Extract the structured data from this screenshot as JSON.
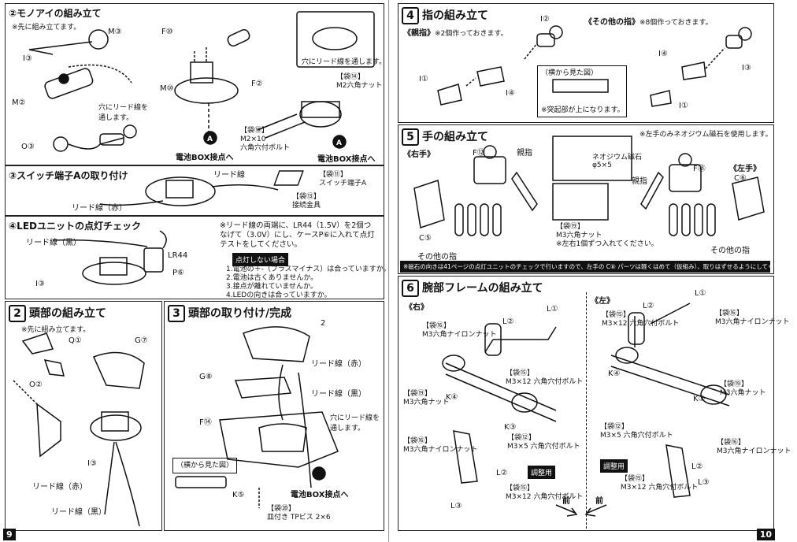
{
  "left": {
    "page_number": "9",
    "s2": {
      "title": "モノアイの組み立て",
      "step": "②",
      "pre_note": "※先に組み立てます。",
      "parts": [
        "M③",
        "F⑩",
        "M②",
        "M⑩",
        "F②",
        "O③",
        "I③"
      ],
      "hole_note1": "穴にリード線を通します。",
      "hole_note2": "穴にリード線を通します。",
      "bag14": "【袋⑭】",
      "bag14_item": "M2六角ナット",
      "bag15": "【袋⑮】",
      "bag15_item1": "M2×10",
      "bag15_item2": "六角穴付ボルト",
      "battery1": "電池BOX接点へ",
      "battery2": "電池BOX接点へ"
    },
    "s3": {
      "title": "スイッチ端子Aの取り付け",
      "step": "③",
      "lead1": "リード線",
      "lead2": "リード線（赤）",
      "bag11": "【袋⑪】",
      "bag11_item": "スイッチ端子A",
      "bag13": "【袋⑬】",
      "bag13_item": "接続金具"
    },
    "s4": {
      "title": "LEDユニットの点灯チェック",
      "step": "④",
      "lead_black": "リード線（黒）",
      "lr44": "LR44",
      "part": "P⑥",
      "i3": "I③",
      "desc": "※リード線の両端に、LR44（1.5V）を2個つなげて（3.0V）にし、ケースP⑥に入れて点灯テストをしてください。",
      "fail_title": "点灯しない場合",
      "checks": [
        "1.電池の＋-（プラスマイナス）は合っていますか。",
        "2.電池は古くありませんか。",
        "3.接点が離れていませんか。",
        "4.LEDの向きは合っていますか。"
      ]
    },
    "p2": {
      "num": "2",
      "title": "頭部の組み立て",
      "pre_note": "※先に組み立てます。",
      "parts": [
        "Q①",
        "G⑦",
        "O②",
        "I③"
      ],
      "lead_red": "リード線（赤）",
      "lead_black": "リード線（黒）"
    },
    "p3": {
      "num": "3",
      "title": "頭部の取り付け/完成",
      "parts": [
        "2",
        "G⑧",
        "F⑭",
        "K⑤"
      ],
      "lead_red": "リード線（赤）",
      "lead_black": "リード線（黒）",
      "hole_note": "穴にリード線を通します。",
      "side_view": "（横から見た図）",
      "battery": "電池BOX接点へ",
      "bag": "【袋⑳】",
      "bag_item": "皿付き TPビス 2×6"
    }
  },
  "right": {
    "page_number": "10",
    "p4": {
      "num": "4",
      "title": "指の組み立て",
      "thumb": "《親指》",
      "thumb_note": "※2個作っておきます。",
      "other": "《その他の指》",
      "other_note": "※8個作っておきます。",
      "parts": [
        "I②",
        "I①",
        "I④",
        "I④",
        "I③",
        "I①"
      ],
      "side_view": "（横から見た図）",
      "bump_note": "※突起部が上になります。"
    },
    "p5": {
      "num": "5",
      "title": "手の組み立て",
      "right": "《右手》",
      "left": "《左手》",
      "magnet_note": "※左手のみネオジウム磁石を使用します。",
      "magnet": "ネオジウム磁石",
      "magnet_size": "φ5×5",
      "thumb": "親指",
      "other": "その他の指",
      "parts": [
        "F⑫",
        "C⑤",
        "F⑬",
        "C⑥"
      ],
      "bag": "【袋⑲】",
      "bag_item": "M3六角ナット",
      "bag_note": "※左右1個ずつ入れてください。",
      "bottom_note": "※磁石の向きは41ページの点灯ユニットのチェックで行いますので、左手の C⑥ パーツは軽くはめて（仮組み）、取りはずせるようにしてください。"
    },
    "p6": {
      "num": "6",
      "title": "腕部フレームの組み立て",
      "right": "《右》",
      "left": "《左》",
      "front": "前",
      "parts": [
        "L①",
        "L②",
        "K④",
        "K③",
        "L②",
        "L③",
        "L①",
        "L②",
        "K④",
        "K③",
        "L②",
        "L③"
      ],
      "bag16": "【袋⑯】",
      "bag16_item": "M3六角ナイロンナット",
      "bag15": "【袋⑮】",
      "bag15_item": "M3×12 六角穴付ボルト",
      "bag19": "【袋⑲】",
      "bag19_item": "M3六角ナット",
      "bag12": "【袋⑫】",
      "bag12_item": "M3×5 六角穴付ボルト",
      "adjust": "調整用"
    }
  }
}
